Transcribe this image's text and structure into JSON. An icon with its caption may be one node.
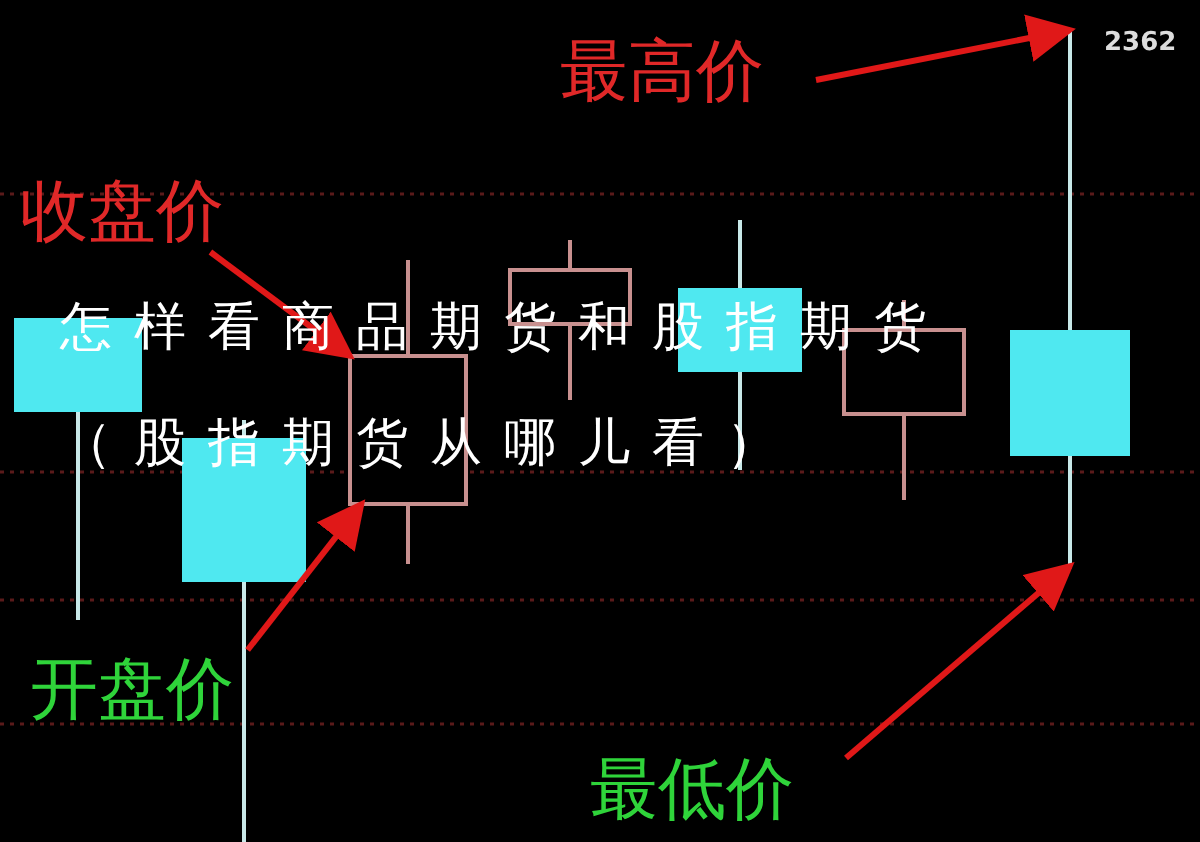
{
  "diagram": {
    "title": "怎样看商品期货和股指期货（股指期货从哪儿看）",
    "nodes": [
      {
        "text": [
          "最高价"
        ]
      },
      {
        "text": [
          "收盘价"
        ]
      },
      {
        "text": [
          "开盘价"
        ]
      },
      {
        "text": [
          "最低价"
        ]
      },
      {
        "text": [],
        "shape": "box"
      },
      {
        "text": [],
        "shape": "bar"
      }
    ],
    "edges": [
      {
        "from": 0,
        "to": 5,
        "arrow": "to"
      },
      {
        "from": 1,
        "to": 4,
        "arrow": "to"
      },
      {
        "from": 2,
        "to": 4,
        "arrow": "to"
      },
      {
        "from": 3,
        "to": 5,
        "arrow": "to"
      }
    ],
    "labels": [
      "2362"
    ]
  }
}
